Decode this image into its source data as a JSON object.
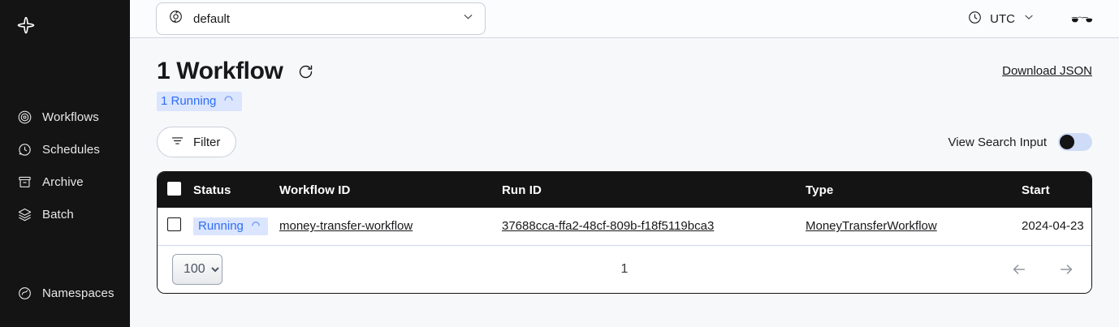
{
  "sidebar": {
    "logo_icon": "temporal-logo-icon",
    "items": [
      {
        "label": "Workflows",
        "icon": "workflows-icon"
      },
      {
        "label": "Schedules",
        "icon": "schedules-icon"
      },
      {
        "label": "Archive",
        "icon": "archive-icon"
      },
      {
        "label": "Batch",
        "icon": "batch-icon"
      }
    ],
    "bottom_items": [
      {
        "label": "Namespaces",
        "icon": "namespaces-icon"
      }
    ]
  },
  "topbar": {
    "namespace": "default",
    "namespace_icon": "namespace-icon",
    "namespace_chevron": "chevron-down-icon",
    "timezone": "UTC",
    "clock_icon": "clock-icon",
    "timezone_chevron": "chevron-down-icon",
    "glasses_icon": "glasses-icon"
  },
  "header": {
    "title": "1 Workflow",
    "refresh_icon": "refresh-icon",
    "download_json": "Download JSON",
    "badge": {
      "label": "1 Running",
      "spinner_icon": "spinner-icon",
      "bg": "#dbe5fd",
      "fg": "#2f6ef5"
    }
  },
  "toolbar": {
    "filter_label": "Filter",
    "filter_icon": "filter-icon",
    "toggle_label": "View Search Input",
    "toggle_state": "off"
  },
  "table": {
    "columns": [
      "Status",
      "Workflow ID",
      "Run ID",
      "Type",
      "Start"
    ],
    "select_all_checkbox": "unchecked",
    "rows": [
      {
        "checkbox": "unchecked",
        "status": "Running",
        "status_spinner_icon": "spinner-icon",
        "workflow_id": "money-transfer-workflow",
        "run_id": "37688cca-ffa2-48cf-809b-f18f5119bca3",
        "type": "MoneyTransferWorkflow",
        "start": "2024-04-23"
      }
    ]
  },
  "footer": {
    "page_size": "100",
    "page_number": "1",
    "prev_icon": "arrow-left-icon",
    "next_icon": "arrow-right-icon"
  }
}
